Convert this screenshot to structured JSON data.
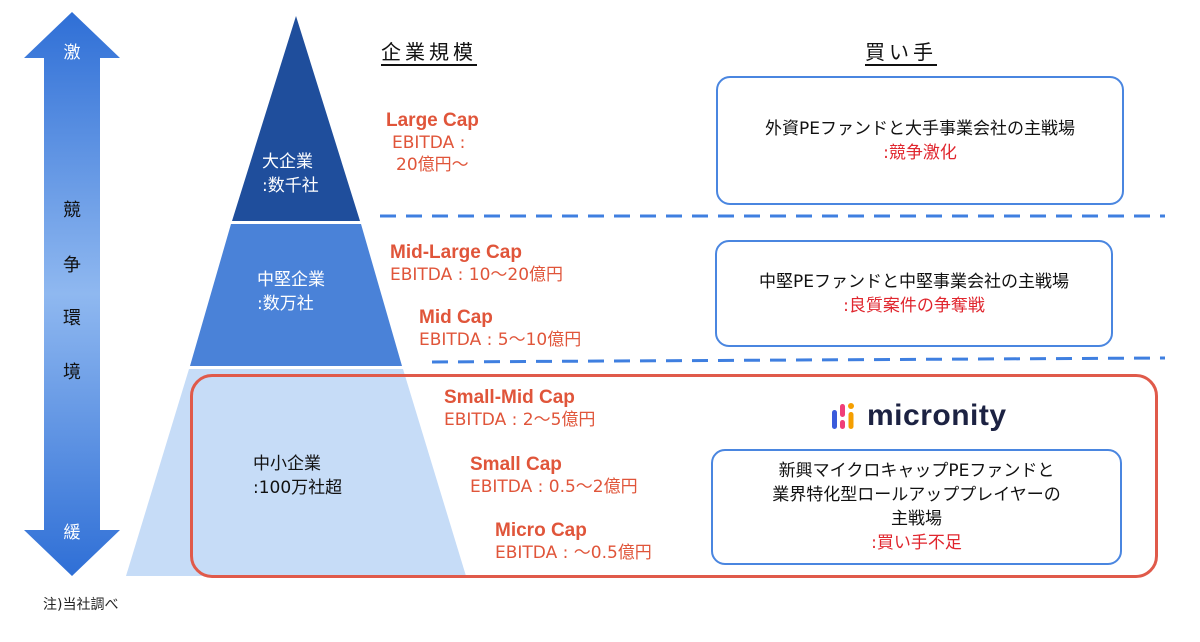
{
  "axis": {
    "top": "激",
    "bottom": "緩",
    "label_chars": [
      "競",
      "争",
      "環",
      "境"
    ]
  },
  "headers": {
    "company_size": "企業規模",
    "buyers": "買い手"
  },
  "tiers": [
    {
      "name": "大企業",
      "count": ":数千社"
    },
    {
      "name": "中堅企業",
      "count": ":数万社"
    },
    {
      "name": "中小企業",
      "count": ":100万社超"
    }
  ],
  "caps": [
    {
      "name": "Large Cap",
      "lines": [
        "EBITDA :",
        "20億円〜"
      ]
    },
    {
      "name": "Mid-Large Cap",
      "lines": [
        "EBITDA : 10〜20億円"
      ]
    },
    {
      "name": "Mid Cap",
      "lines": [
        "EBITDA : 5〜10億円"
      ]
    },
    {
      "name": "Small-Mid Cap",
      "lines": [
        "EBITDA : 2〜5億円"
      ]
    },
    {
      "name": "Small Cap",
      "lines": [
        "EBITDA : 0.5〜2億円"
      ]
    },
    {
      "name": "Micro Cap",
      "lines": [
        "EBITDA : 〜0.5億円"
      ]
    }
  ],
  "buyers": [
    {
      "lines": [
        "外資PEファンドと大手事業会社の主戦場"
      ],
      "highlight": ":競争激化"
    },
    {
      "lines": [
        "中堅PEファンドと中堅事業会社の主戦場"
      ],
      "highlight": ":良質案件の争奪戦"
    },
    {
      "lines": [
        "新興マイクロキャップPEファンドと",
        "業界特化型ロールアッププレイヤーの",
        "主戦場"
      ],
      "highlight": ":買い手不足"
    }
  ],
  "logo": {
    "text": "micronity",
    "colors": [
      "#3b5bdb",
      "#f03e78",
      "#f59f00"
    ]
  },
  "note": "注)当社調べ",
  "colors": {
    "tier_large": "#1f4e9c",
    "tier_mid": "#4a82d8",
    "tier_small": "#c6dcf7",
    "arrow": "#3f7fe0",
    "cap_text": "#e0553a",
    "highlight": "#e0262e",
    "box_border": "#4a86e0",
    "red_frame": "#e05a4a"
  }
}
